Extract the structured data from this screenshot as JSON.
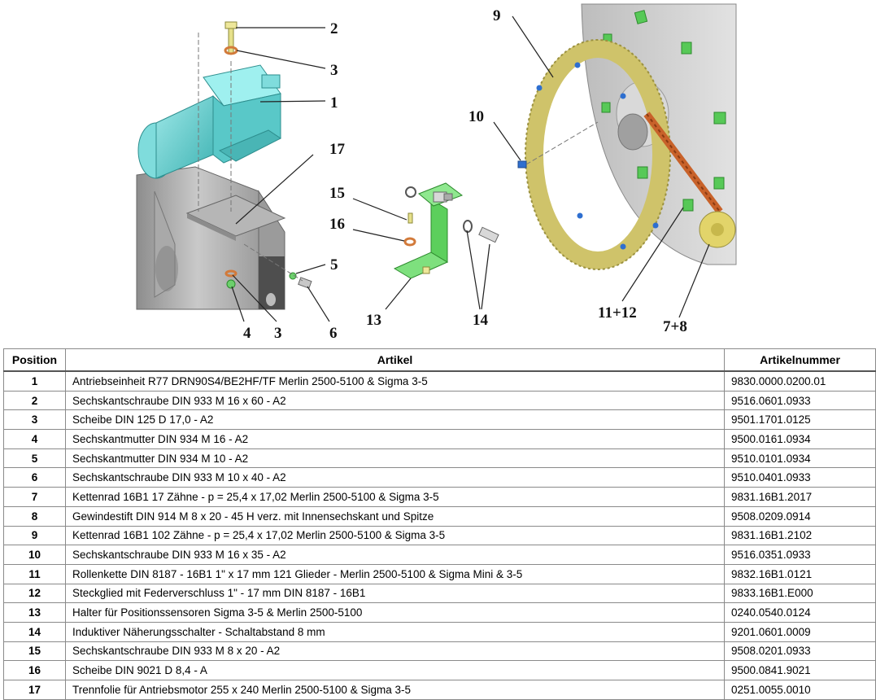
{
  "callouts": [
    "2",
    "3",
    "1",
    "17",
    "15",
    "16",
    "5",
    "13",
    "4",
    "3",
    "6",
    "14",
    "9",
    "10",
    "11+12",
    "7+8"
  ],
  "table": {
    "headers": {
      "position": "Position",
      "artikel": "Artikel",
      "artikelnummer": "Artikelnummer"
    },
    "rows": [
      {
        "position": "1",
        "artikel": "Antriebseinheit R77 DRN90S4/BE2HF/TF Merlin 2500-5100 & Sigma 3-5",
        "artikelnummer": "9830.0000.0200.01"
      },
      {
        "position": "2",
        "artikel": "Sechskantschraube DIN 933 M 16 x 60 - A2",
        "artikelnummer": "9516.0601.0933"
      },
      {
        "position": "3",
        "artikel": "Scheibe DIN 125 D 17,0 - A2",
        "artikelnummer": "9501.1701.0125"
      },
      {
        "position": "4",
        "artikel": "Sechskantmutter DIN 934 M 16 - A2",
        "artikelnummer": "9500.0161.0934"
      },
      {
        "position": "5",
        "artikel": "Sechskantmutter DIN 934 M 10 - A2",
        "artikelnummer": "9510.0101.0934"
      },
      {
        "position": "6",
        "artikel": "Sechskantschraube DIN 933 M 10 x 40 - A2",
        "artikelnummer": "9510.0401.0933"
      },
      {
        "position": "7",
        "artikel": "Kettenrad 16B1 17 Zähne - p = 25,4 x 17,02 Merlin 2500-5100 & Sigma 3-5",
        "artikelnummer": "9831.16B1.2017"
      },
      {
        "position": "8",
        "artikel": "Gewindestift DIN 914 M 8 x 20 - 45 H verz. mit Innensechskant und Spitze",
        "artikelnummer": "9508.0209.0914"
      },
      {
        "position": "9",
        "artikel": "Kettenrad 16B1 102 Zähne - p = 25,4 x 17,02 Merlin 2500-5100 & Sigma 3-5",
        "artikelnummer": "9831.16B1.2102"
      },
      {
        "position": "10",
        "artikel": "Sechskantschraube DIN 933 M 16 x 35 - A2",
        "artikelnummer": "9516.0351.0933"
      },
      {
        "position": "11",
        "artikel": "Rollenkette DIN 8187 - 16B1 1\" x 17 mm 121 Glieder - Merlin 2500-5100 & Sigma Mini & 3-5",
        "artikelnummer": "9832.16B1.0121"
      },
      {
        "position": "12",
        "artikel": "Steckglied mit Federverschluss 1\" - 17 mm DIN 8187 - 16B1",
        "artikelnummer": "9833.16B1.E000"
      },
      {
        "position": "13",
        "artikel": "Halter für Positionssensoren Sigma 3-5 & Merlin 2500-5100",
        "artikelnummer": "0240.0540.0124"
      },
      {
        "position": "14",
        "artikel": "Induktiver Näherungsschalter - Schaltabstand 8 mm",
        "artikelnummer": "9201.0601.0009"
      },
      {
        "position": "15",
        "artikel": "Sechskantschraube DIN 933 M 8 x 20 - A2",
        "artikelnummer": "9508.0201.0933"
      },
      {
        "position": "16",
        "artikel": "Scheibe DIN 9021 D 8,4 - A",
        "artikelnummer": "9500.0841.9021"
      },
      {
        "position": "17",
        "artikel": "Trennfolie für Antriebsmotor 255 x 240 Merlin 2500-5100 & Sigma 3-5",
        "artikelnummer": "0251.0055.0010"
      }
    ]
  }
}
